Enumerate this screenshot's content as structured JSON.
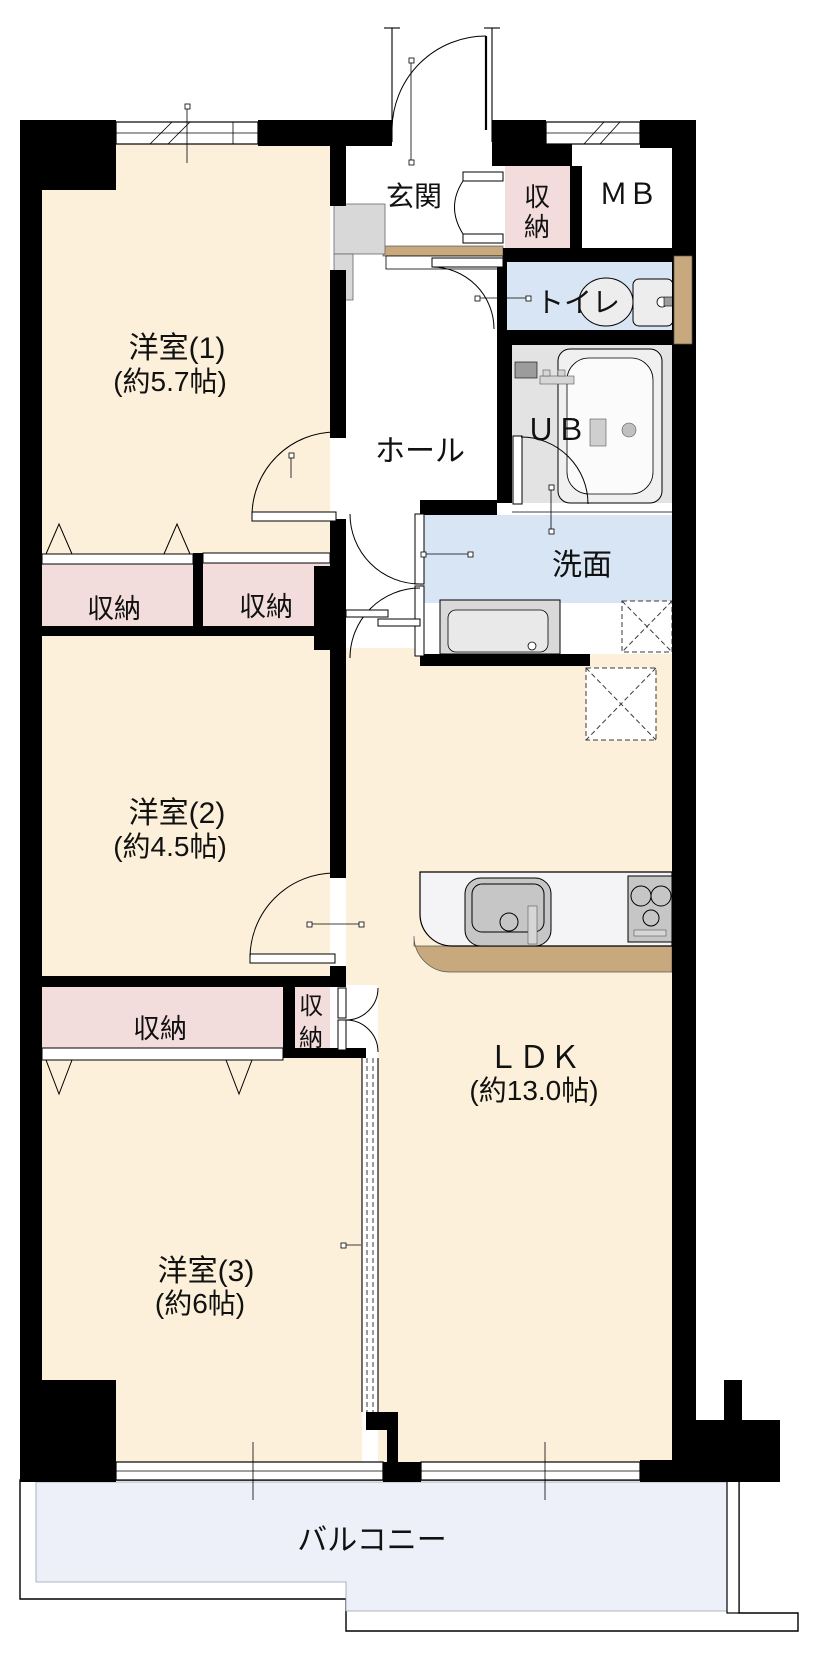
{
  "rooms": {
    "entrance": {
      "label": "玄関"
    },
    "entrance_storage": {
      "chars": [
        "収",
        "納"
      ]
    },
    "meter_box": {
      "label": "ＭＢ"
    },
    "toilet": {
      "label": "トイレ"
    },
    "hall": {
      "label": "ホール"
    },
    "unit_bath": {
      "label": "ＵＢ"
    },
    "washroom": {
      "label": "洗面"
    },
    "western_room_1": {
      "label": "洋室(1)",
      "area": "(約5.7帖)"
    },
    "western_room_2": {
      "label": "洋室(2)",
      "area": "(約4.5帖)"
    },
    "western_room_3": {
      "label": "洋室(3)",
      "area": "(約6帖)"
    },
    "ldk": {
      "label": "ＬＤＫ",
      "area": "(約13.0帖)"
    },
    "closet_1": {
      "label": "収納"
    },
    "closet_2": {
      "label": "収納"
    },
    "closet_3": {
      "label": "収納"
    },
    "closet_4": {
      "chars": [
        "収",
        "納"
      ]
    },
    "balcony": {
      "label": "バルコニー"
    }
  },
  "colors": {
    "wall": "#000000",
    "room_floor": "#fcf0da",
    "closet": "#f3dcdc",
    "wet_area": "#d8e5f4",
    "unit_bath": "#e3e3e3",
    "balcony": "#edf0f9",
    "wood_accent": "#c8a87d"
  }
}
